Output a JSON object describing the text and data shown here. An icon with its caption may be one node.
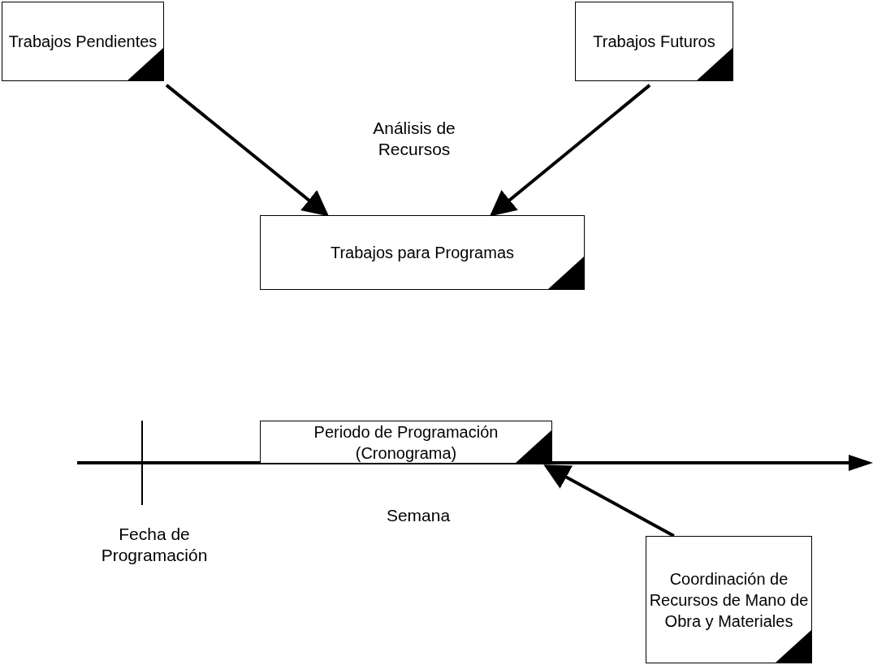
{
  "diagram": {
    "nodes": [
      {
        "text": [
          "Trabajos Pendientes"
        ]
      },
      {
        "text": [
          "Trabajos Futuros"
        ]
      },
      {
        "text": [
          "Trabajos para Programas"
        ]
      },
      {
        "text": [
          "Periodo de Programación (Cronograma)"
        ]
      },
      {
        "text": [
          "Coordinación de Recursos de Mano de Obra y Materiales"
        ]
      }
    ],
    "edges": [
      {
        "from": 0,
        "to": 2,
        "arrow": "to"
      },
      {
        "from": 1,
        "to": 2,
        "arrow": "to"
      },
      {
        "from": 4,
        "to": 3,
        "arrow": "to"
      }
    ],
    "labels": [
      "Análisis de Recursos",
      "Semana",
      "Fecha de Programación"
    ]
  }
}
